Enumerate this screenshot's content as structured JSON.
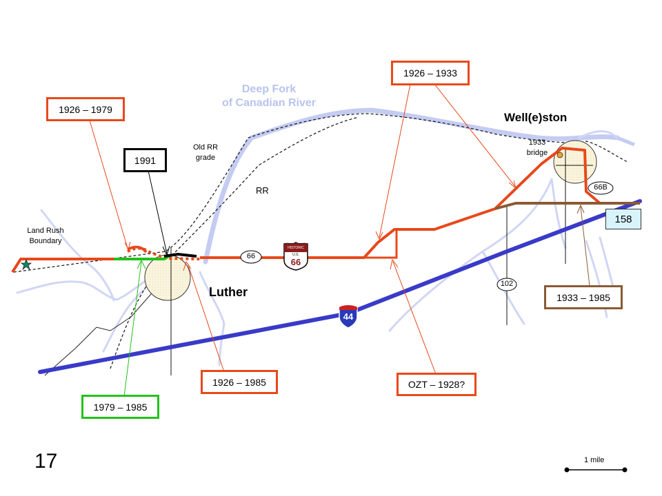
{
  "river": {
    "line1": "Deep Fork",
    "line2": "of Canadian River"
  },
  "towns": {
    "luther": "Luther",
    "wellston": "Well(e)ston"
  },
  "labels": {
    "land_rush": "Land Rush Boundary",
    "old_rr": "Old RR grade",
    "rr": "RR",
    "bridge": "1933 bridge",
    "scale": "1 mile"
  },
  "callouts": {
    "c1926_1979": "1926 – 1979",
    "c1991": "1991",
    "c1926_1933": "1926 – 1933",
    "c1926_1985": "1926 – 1985",
    "c1979_1985": "1979 – 1985",
    "c_ozt": "OZT – 1928?",
    "c1933_1985": "1933 – 1985"
  },
  "shields": {
    "route66": "66",
    "route66b": "66B",
    "route102": "102",
    "interstate": "44",
    "historic_top": "HISTORIC",
    "historic_us": "U.S.",
    "historic_num": "66"
  },
  "highway_box": "158",
  "slide_number": "17",
  "colors": {
    "route_red": "#e8481a",
    "interstate_blue": "#3a3ac8",
    "river_blue": "#c5ccf2",
    "green_alignment": "#22c11a",
    "brown_alignment": "#8a5a33",
    "town_fill": "#fbf4dc"
  }
}
